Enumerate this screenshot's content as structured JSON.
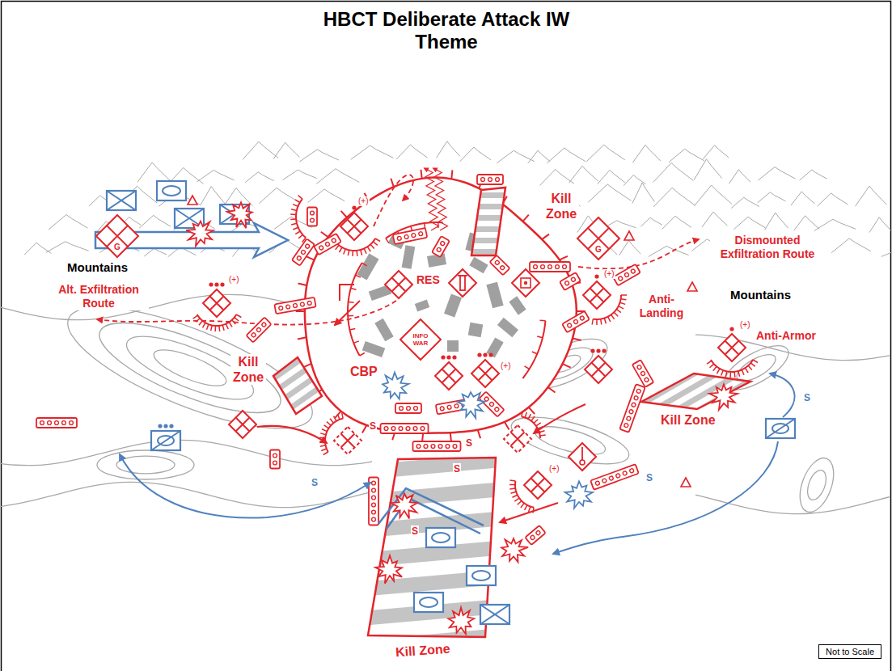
{
  "diagram": {
    "title": "HBCT Deliberate Attack IW Theme",
    "nodes": [
      {
        "text": [
          "G"
        ]
      },
      {
        "text": [
          "G"
        ]
      },
      {
        "text": [
          "INFO WAR"
        ]
      },
      {
        "text": [
          "Not to Scale"
        ]
      }
    ],
    "labels": [
      "Kill Zone",
      "(+)",
      "Dismounted Exfiltration Route",
      "Mountains",
      "RES",
      "(+)",
      "Alt. Exfiltration Route",
      "(+)",
      "Anti-Landing",
      "Mountains",
      "(+)",
      "Anti-Armor",
      "Kill Zone",
      "CBP",
      "(+)",
      "S",
      "Kill Zone",
      "S",
      "S",
      "S",
      "(+)",
      "S",
      "S",
      "S",
      "Kill Zone"
    ]
  }
}
